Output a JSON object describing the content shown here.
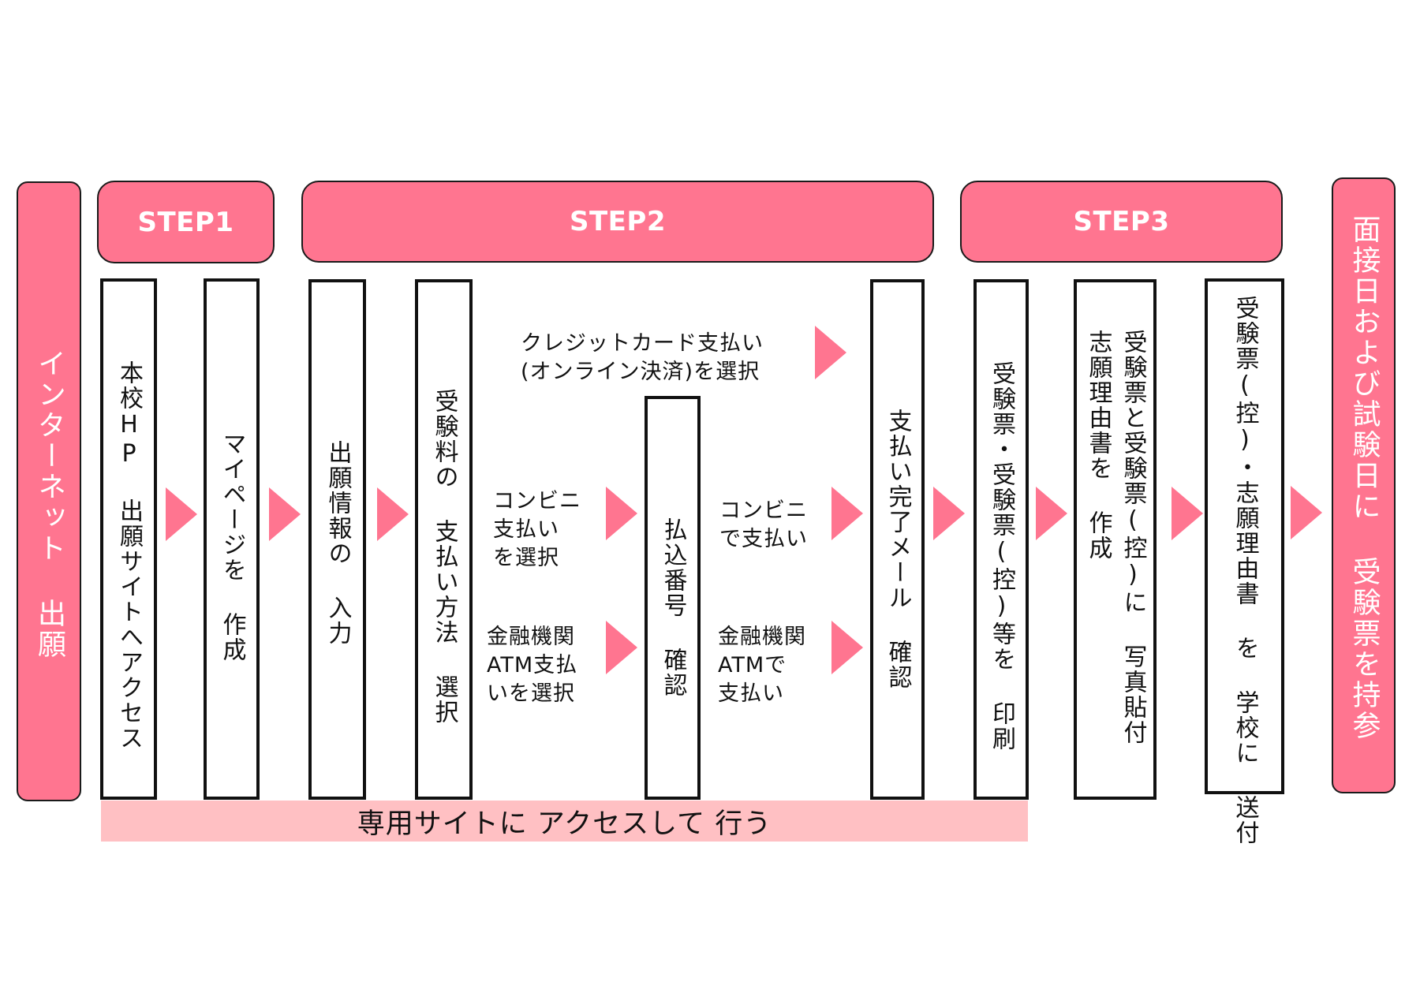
{
  "colors": {
    "accent_pink": "#ff7590",
    "banner_pink": "#ffc0c3",
    "box_border": "#111111",
    "header_text": "#ffffff"
  },
  "start": {
    "label": "インターネット 出願"
  },
  "end": {
    "label": "面接日および試験日に 受験票を持参"
  },
  "steps": [
    {
      "label": "STEP1"
    },
    {
      "label": "STEP2"
    },
    {
      "label": "STEP3"
    }
  ],
  "boxes": {
    "access_site": "本校HP 出願サイトへアクセス",
    "create_mypage": "マイページを 作成",
    "enter_info": "出願情報の 入力",
    "select_payment": "受験料の 支払い方法 選択",
    "confirm_number": "払込番号 確認",
    "payment_complete": "支払い完了メール 確認",
    "print_ticket": "受験票・受験票(控)等を 印刷",
    "create_docs_line1": "受験票と受験票(控)に 写真貼付",
    "create_docs_line2": "志願理由書を 作成",
    "send_docs": "受験票(控)・志願理由書 を 学校に 送付"
  },
  "payment_options": {
    "credit": "クレジットカード支払い\n(オンライン決済)を選択",
    "convenience_select": "コンビニ\n支払い\nを選択",
    "bank_select": "金融機関\nATM支払\nいを選択",
    "convenience_pay": "コンビニ\nで支払い",
    "bank_pay": "金融機関\nATMで\n支払い"
  },
  "banner": {
    "label": "専用サイトに アクセスして 行う"
  },
  "arrow_icon": "right-triangle"
}
